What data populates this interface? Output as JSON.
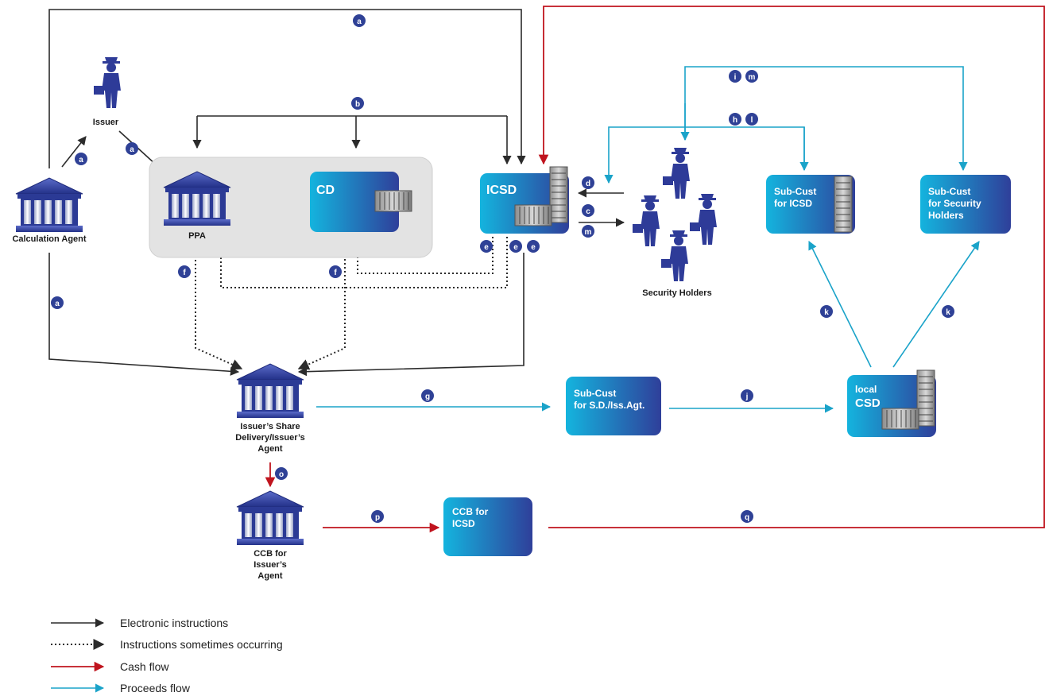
{
  "colors": {
    "black_line": "#2b2b2b",
    "cash": "#c0141e",
    "proceeds": "#1aa3c9",
    "badge": "#2f4196",
    "box_start": "#14b4de",
    "box_end": "#2f3f9a",
    "bank": "#3a4aa8",
    "figure": "#2e3b98"
  },
  "nodes": {
    "calc_agent": "Calculation Agent",
    "issuer": "Issuer",
    "ppa": "PPA",
    "cd": "CD",
    "icsd": "ICSD",
    "security_holders": "Security Holders",
    "subcust_icsd_1": "Sub-Cust",
    "subcust_icsd_2": "for ICSD",
    "subcust_sh_1": "Sub-Cust",
    "subcust_sh_2": "for Security",
    "subcust_sh_3": "Holders",
    "isd_1": "Issuer’s Share",
    "isd_2": "Delivery/Issuer’s",
    "isd_3": "Agent",
    "subcust_sd_1": "Sub-Cust",
    "subcust_sd_2": "for S.D./Iss.Agt.",
    "local_csd_1": "local",
    "local_csd_2": "CSD",
    "ccb_ia_1": "CCB for",
    "ccb_ia_2": "Issuer’s",
    "ccb_ia_3": "Agent",
    "ccb_icsd_1": "CCB for",
    "ccb_icsd_2": "ICSD"
  },
  "badges": {
    "a": "a",
    "b": "b",
    "c": "c",
    "d": "d",
    "e": "e",
    "f": "f",
    "g": "g",
    "h": "h",
    "i": "i",
    "j": "j",
    "k": "k",
    "l": "l",
    "m": "m",
    "o": "o",
    "p": "p",
    "q": "q"
  },
  "legend": {
    "electronic": "Electronic instructions",
    "sometimes": "Instructions sometimes occurring",
    "cash": "Cash flow",
    "proceeds": "Proceeds flow"
  }
}
